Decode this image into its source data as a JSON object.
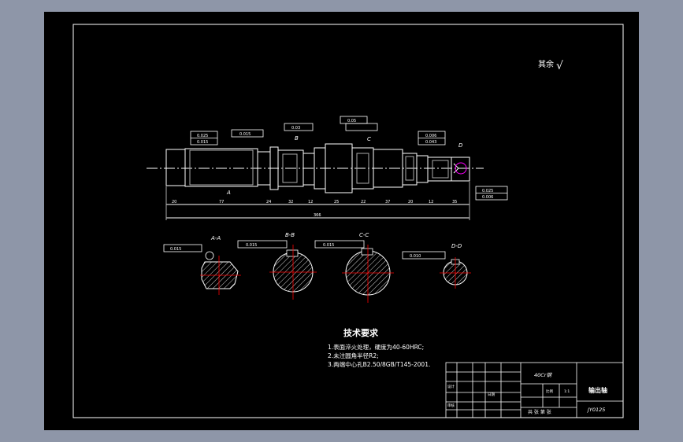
{
  "drawing": {
    "surface_roughness": {
      "label": "其余",
      "symbol": "√"
    },
    "notes": {
      "title": "技术要求",
      "items": [
        "1.表面淬火处理，硬度为40-60HRC;",
        "2.未注圆角半径R2;",
        "3.两端中心孔B2.50/8GB/T145-2001."
      ]
    },
    "title_block": {
      "material": "40Cr钢",
      "part_name": "输出轴",
      "drawing_no": "JY0125",
      "scale_label": "比例",
      "scale_value": "1:1",
      "sheet_label": "共 张 第 张",
      "designer_label": "设计",
      "checker_label": "审核",
      "date_label": "日期"
    },
    "sections": [
      {
        "label": "A-A",
        "tolerance": "0.015"
      },
      {
        "label": "B-B",
        "tolerance": "0.015"
      },
      {
        "label": "C-C",
        "tolerance": "0.015"
      },
      {
        "label": "D-D",
        "tolerance": "0.010"
      }
    ],
    "shaft": {
      "total_length": "366",
      "segment_lengths": [
        "20",
        "77",
        "24",
        "32",
        "12",
        "25",
        "22",
        "37",
        "20",
        "12",
        "35"
      ],
      "section_markers": [
        "A",
        "B",
        "C",
        "D"
      ],
      "callouts": [
        "0.025",
        "0.015",
        "0.015",
        "0.03",
        "0.05",
        "0.006",
        "0.043",
        "0.025",
        "0.006"
      ]
    }
  }
}
